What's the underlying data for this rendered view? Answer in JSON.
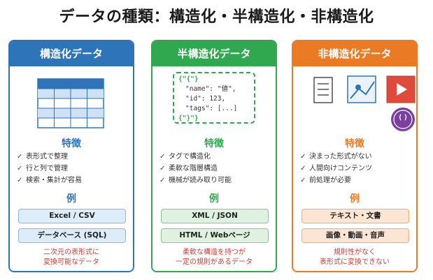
{
  "title": "データの種類：構造化・半構造化・非構造化",
  "cards": [
    {
      "header": "構造化データ",
      "features_heading": "特徴",
      "features": [
        "表形式で整理",
        "行と列で管理",
        "検索・集計が容易"
      ],
      "examples_heading": "例",
      "examples": [
        "Excel / CSV",
        "データベース (SQL)"
      ],
      "footer": [
        "二次元の表形式に",
        "変換可能なデータ"
      ]
    },
    {
      "header": "半構造化データ",
      "json_lines": [
        "{\"{\"}",
        "\"name\": \"値\",",
        "\"id\": 123,",
        "\"tags\": [...]",
        "{\"}\"}"
      ],
      "features_heading": "特徴",
      "features": [
        "タグで構造化",
        "柔軟な階層構造",
        "機械が読み取り可能"
      ],
      "examples_heading": "例",
      "examples": [
        "XML / JSON",
        "HTML / Webページ"
      ],
      "footer": [
        "柔軟な構造を持つが",
        "一定の規則があるデータ"
      ]
    },
    {
      "header": "非構造化データ",
      "features_heading": "特徴",
      "features": [
        "決まった形式がない",
        "人間向けコンテンツ",
        "前処理が必要"
      ],
      "examples_heading": "例",
      "examples": [
        "テキスト・文書",
        "画像・動画・音声"
      ],
      "footer": [
        "規則性がなく",
        "表形式に変換できない"
      ]
    }
  ],
  "check_glyph": "✓",
  "code_glyph": "⟨ ⟩",
  "colors": {
    "blue": "#2e74b8",
    "green": "#2fa84f",
    "orange": "#ea7b24",
    "purple": "#7b3fa0",
    "red": "#e04a3a"
  }
}
